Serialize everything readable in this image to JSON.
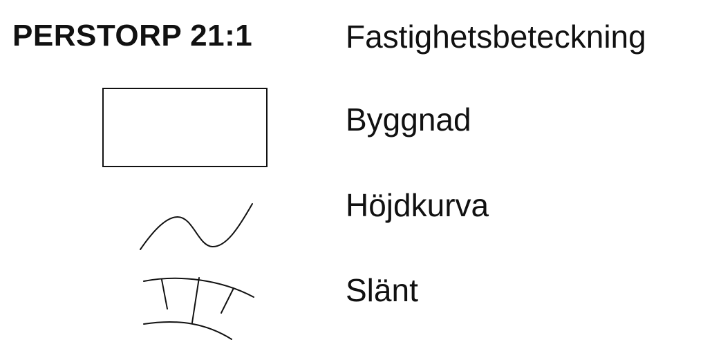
{
  "legend": {
    "rows": [
      {
        "symbol_text": "PERSTORP 21:1",
        "label": "Fastighetsbeteckning"
      },
      {
        "symbol": "rectangle",
        "label": "Byggnad"
      },
      {
        "symbol": "contour-line",
        "label": "Höjdkurva"
      },
      {
        "symbol": "slope-hatching",
        "label": "Slänt"
      }
    ]
  }
}
